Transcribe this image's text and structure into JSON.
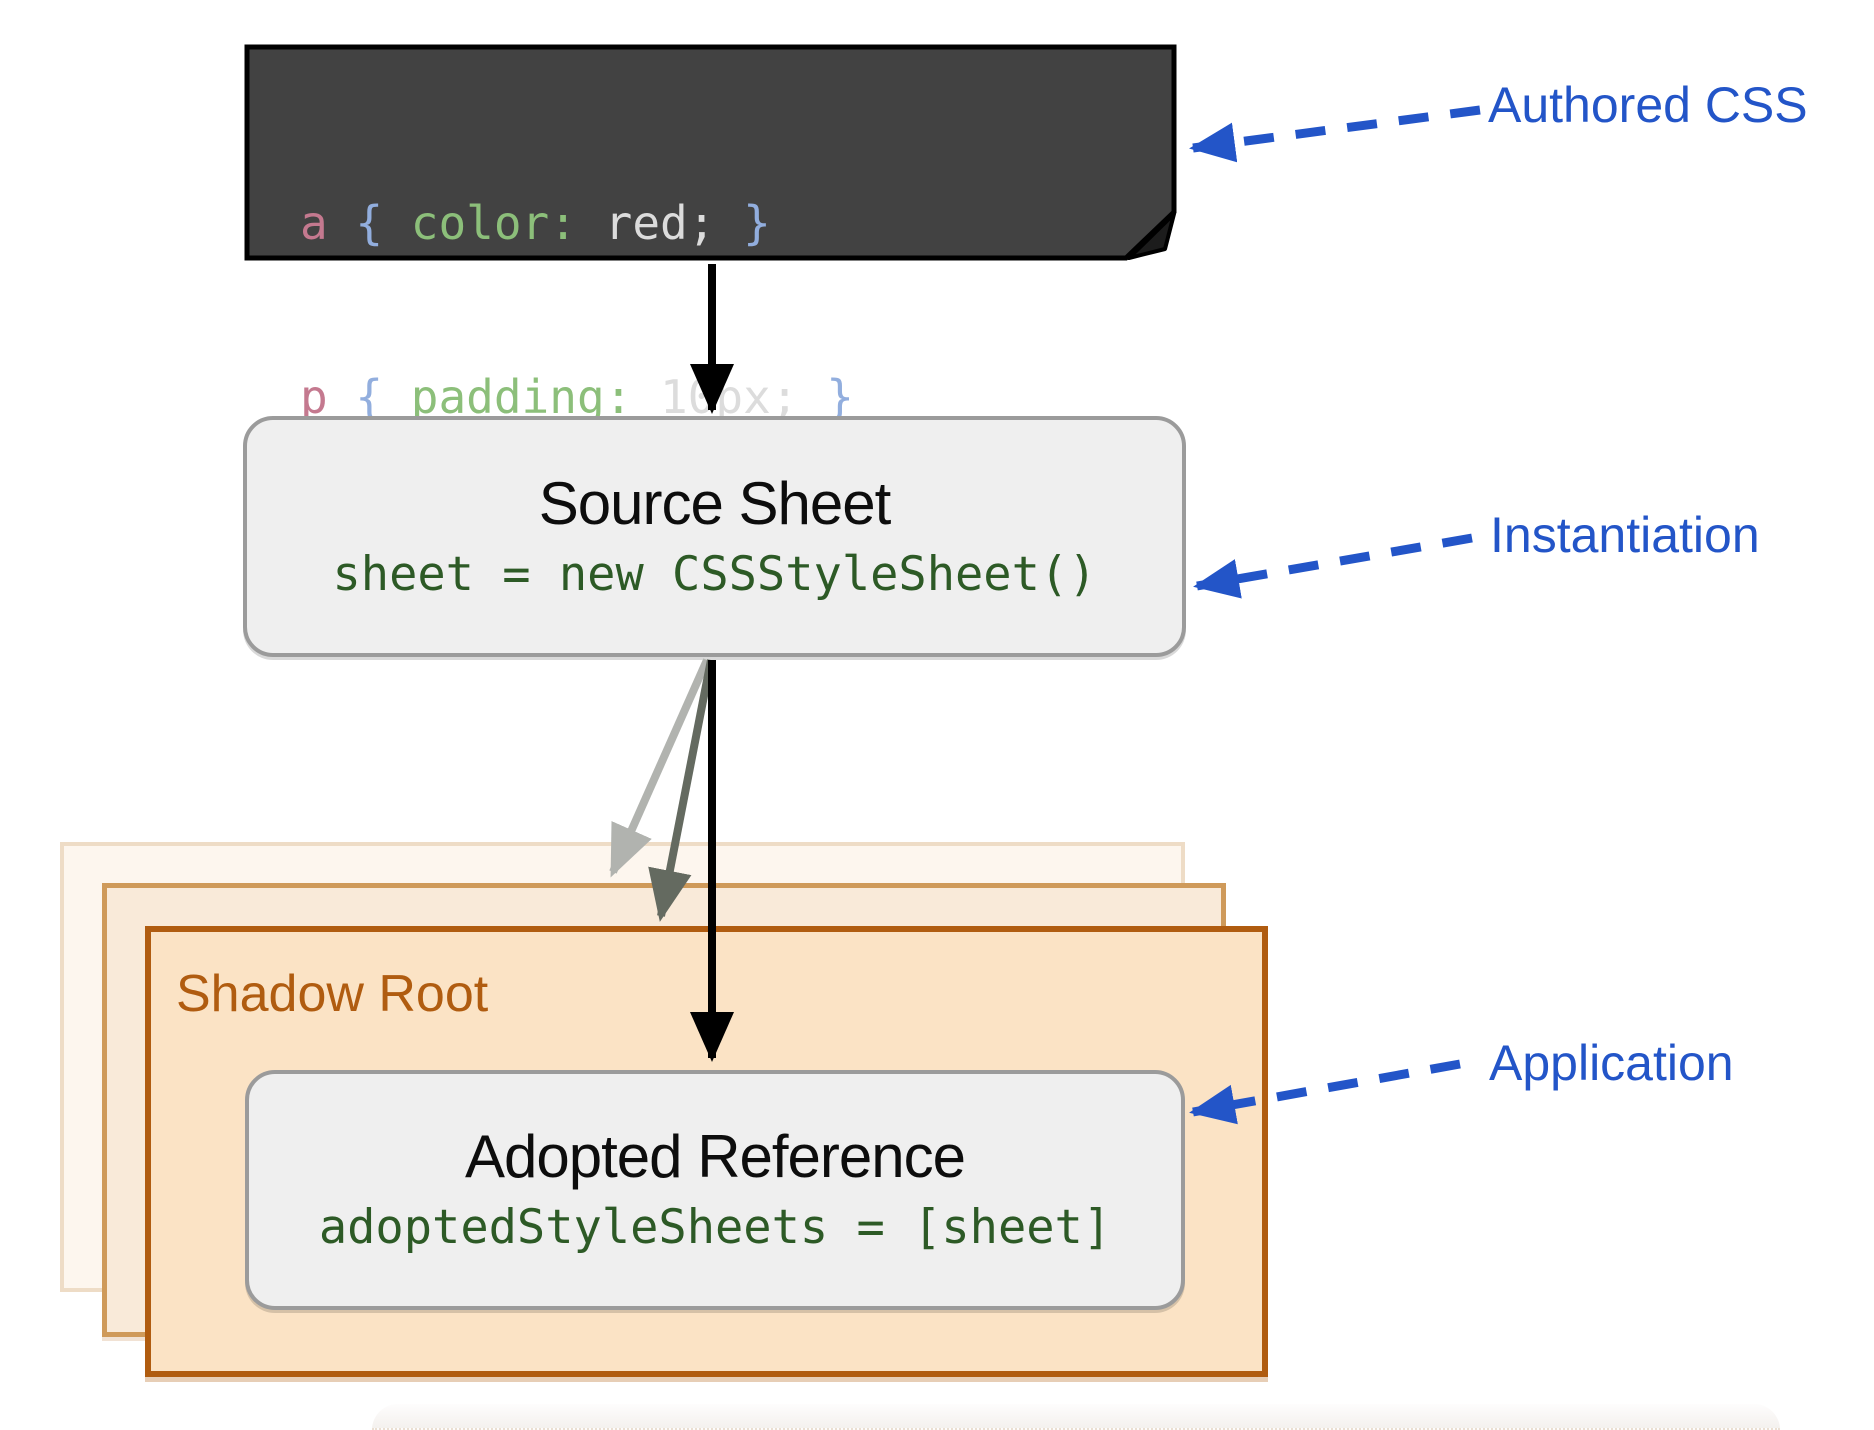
{
  "authored_code": {
    "lines": [
      {
        "selector": "a ",
        "open": "{ ",
        "property": "color: ",
        "value": "red; ",
        "close": "}"
      },
      {
        "selector": "p ",
        "open": "{ ",
        "property": "padding: ",
        "value": "10px; ",
        "close": "}"
      }
    ]
  },
  "source_sheet": {
    "title": "Source Sheet",
    "code": "sheet = new CSSStyleSheet()"
  },
  "shadow_root": {
    "label": "Shadow Root"
  },
  "adopted_reference": {
    "title": "Adopted Reference",
    "code": "adoptedStyleSheets = [sheet]"
  },
  "annotations": {
    "authored": {
      "label": "Authored CSS"
    },
    "instantiation": {
      "label": "Instantiation"
    },
    "application": {
      "label": "Application"
    }
  },
  "colors": {
    "annotation_blue": "#2355c8",
    "code_green_dark": "#2d5a26",
    "note_background": "#424242",
    "token_selector_pink": "#c4798f",
    "token_brace_blue": "#92aede",
    "token_property_green": "#8cbf7a",
    "token_value_grey": "#dcdcdc",
    "shadow_root_orange": "#b05c10",
    "shadow_root_fill": "#fbe3c5",
    "grey_box_fill": "#efefef",
    "grey_box_border": "#9b9b9b",
    "arrow_black": "#000000",
    "arrow_light_grey": "#b1b3af",
    "arrow_dark_grey": "#646a60"
  }
}
